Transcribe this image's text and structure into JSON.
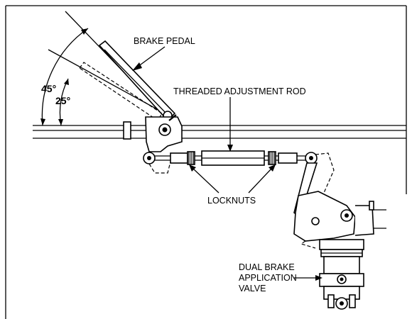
{
  "labels": {
    "brake_pedal": "BRAKE PEDAL",
    "threaded_rod": "THREADED ADJUSTMENT ROD",
    "locknuts": "LOCKNUTS",
    "valve_line1": "DUAL BRAKE",
    "valve_line2": "APPLICATION",
    "valve_line3": "VALVE",
    "angle_45": "45°",
    "angle_25": "25°"
  }
}
